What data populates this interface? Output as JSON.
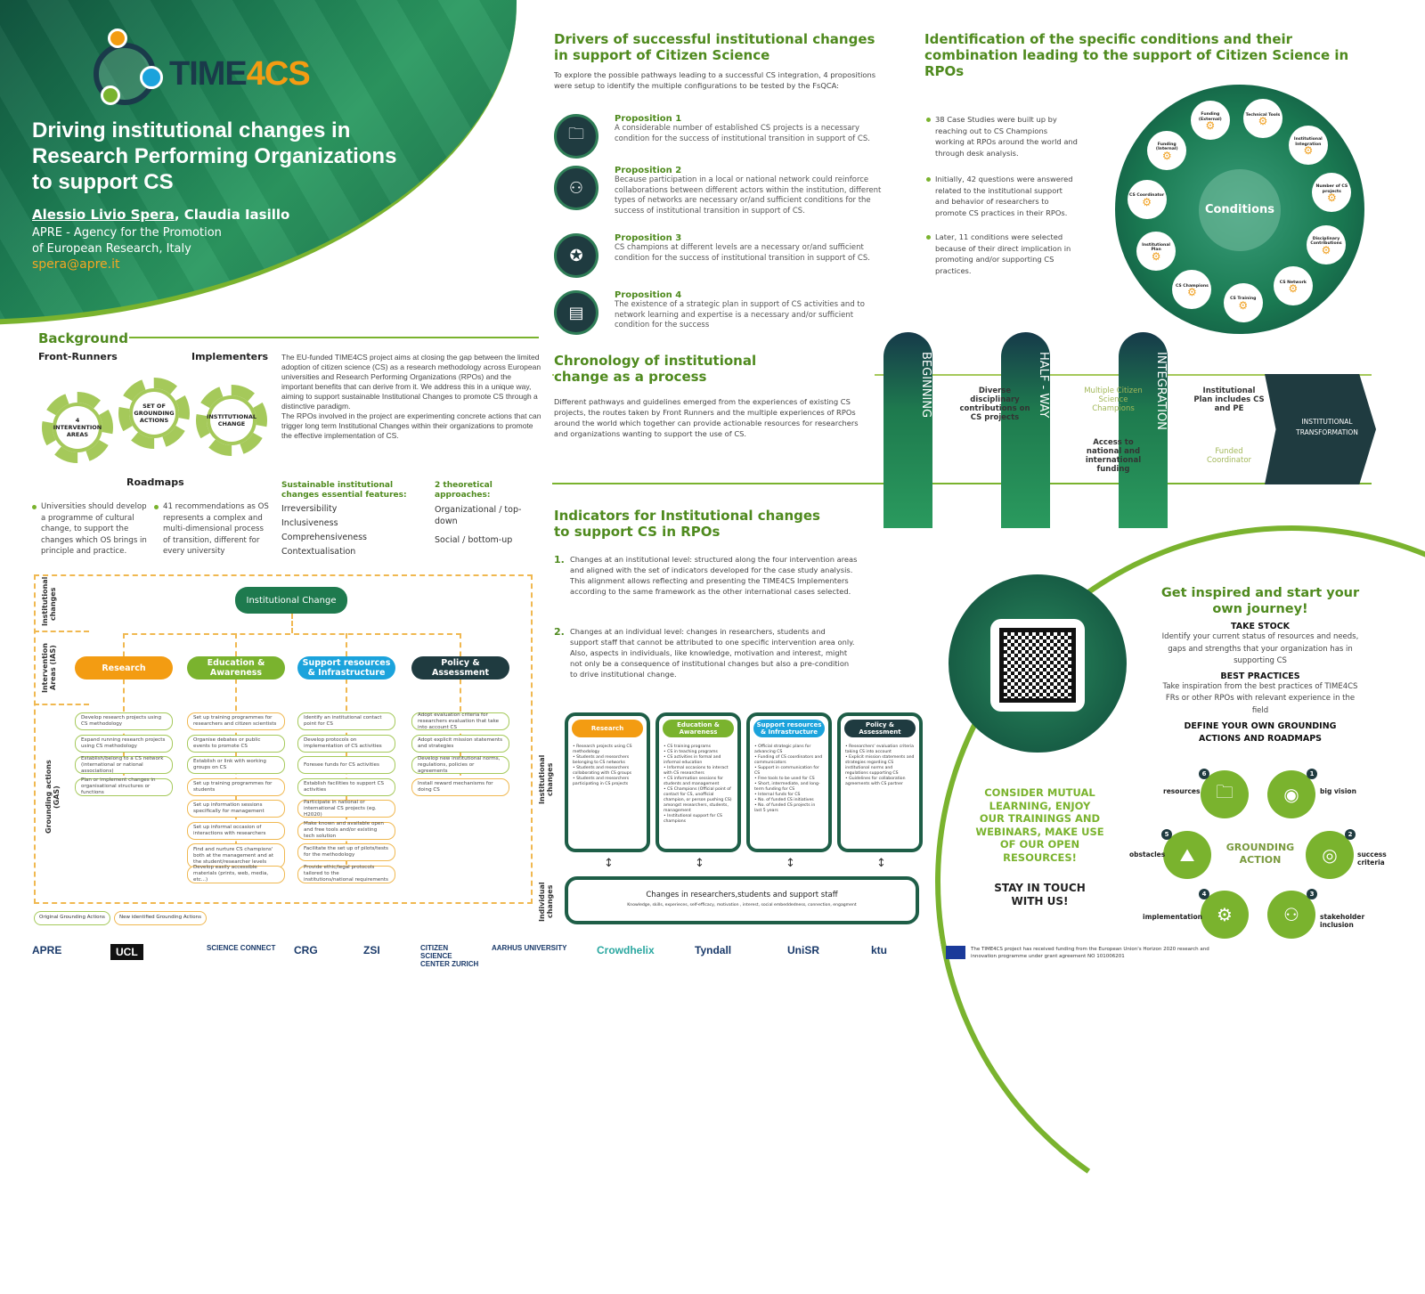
{
  "header": {
    "logo": "TIME4CS",
    "logo_main": "TIME",
    "logo_accent": "4CS",
    "title": "Driving institutional changes in Research Performing Organizations to support CS",
    "author1": "Alessio Livio Spera",
    "author2": ", Claudia Iasillo",
    "affiliation1": "APRE - Agency for the Promotion",
    "affiliation2": "of European Research, Italy",
    "email": "spera@apre.it"
  },
  "background": {
    "title": "Background",
    "front_runners": "Front-Runners",
    "implementers": "Implementers",
    "roadmaps": "Roadmaps",
    "gear1": "4 INTERVENTION AREAS",
    "gear2": "SET OF GROUNDING ACTIONS",
    "gear3": "INSTITUTIONAL CHANGE",
    "text": "The EU-funded TIME4CS project aims at closing the gap between the limited adoption of citizen science (CS) as a research methodology across European universities and Research Performing Organizations (RPOs) and the important benefits that can derive from it. We address this in a unique way, aiming to support sustainable Institutional Changes to promote CS through a distinctive paradigm.",
    "text2": "The RPOs involved in the project are experimenting concrete actions that can trigger long term Institutional Changes within their organizations to promote the effective implementation of CS.",
    "bullet1": "Universities should develop a programme of cultural change, to support the changes which OS brings in principle and practice.",
    "bullet2": "41 recommendations as OS represents a complex and multi-dimensional process of transition, different for every university",
    "features_title": "Sustainable institutional changes essential features:",
    "features": [
      "Irreversibility",
      "Inclusiveness",
      "Comprehensiveness",
      "Contextualisation"
    ],
    "approaches_title": "2 theoretical approaches:",
    "approaches": [
      "Organizational / top-down",
      "Social / bottom-up"
    ]
  },
  "flow": {
    "row_labels": [
      "Institutional changes",
      "Intervention Areas (IAS)",
      "Grounding actions (GAS)"
    ],
    "root": "Institutional Change",
    "areas": [
      {
        "name": "Research",
        "color": "#f39c12",
        "items": [
          [
            "Develop research projects using CS methodology",
            0
          ],
          [
            "Expand running research projects using CS methodology",
            0
          ],
          [
            "Establish/belong to a CS network (international or national associations)",
            0
          ],
          [
            "Plan or implement changes in organisational structures or functions",
            0
          ]
        ]
      },
      {
        "name": "Education & Awareness",
        "color": "#7ab32e",
        "items": [
          [
            "Set up training programmes for researchers and citizen scientists",
            1
          ],
          [
            "Organise debates or public events to promote CS",
            0
          ],
          [
            "Establish or link with working groups on CS",
            0
          ],
          [
            "Set up training programmes for students",
            1
          ],
          [
            "Set up information sessions specifically for management",
            1
          ],
          [
            "Set up informal occasion of interactions with researchers",
            1
          ],
          [
            "Find and nurture CS champions' both at the management and at the student/researcher levels",
            1
          ],
          [
            "Develop easily accessible materials (prints, web, media, etc...)",
            1
          ]
        ]
      },
      {
        "name": "Support resources & Infrastructure",
        "color": "#1ba3dc",
        "items": [
          [
            "Identify an institutional contact point for CS",
            0
          ],
          [
            "Develop protocols on implementation of CS activities",
            0
          ],
          [
            "Foresee funds for CS activities",
            0
          ],
          [
            "Establish facilities to support CS activities",
            0
          ],
          [
            "Participate in national or international CS projects (eg. H2020)",
            1
          ],
          [
            "Make known and available open and free tools and/or existing tech solution",
            1
          ],
          [
            "Facilitate the set up of pilots/tests for the methodology",
            1
          ],
          [
            "Provide ethic/legal protocols tailored to the institutions/national requirements",
            1
          ]
        ]
      },
      {
        "name": "Policy & Assessment",
        "color": "#1f3b40",
        "items": [
          [
            "Adopt evaluation criteria for researchers evaluation that take into account CS",
            0
          ],
          [
            "Adopt explicit mission statements and strategies",
            0
          ],
          [
            "Develop new institutional norms, regulations, policies or agreements",
            0
          ],
          [
            "Install reward mechanisms for doing CS",
            1
          ]
        ]
      }
    ],
    "legend_original": "Original Grounding Actions",
    "legend_new": "New identified Grounding Actions"
  },
  "drivers": {
    "title": "Drivers of successful institutional changes in support of Citizen Science",
    "intro": "To explore the possible pathways leading to a successful CS integration, 4 propositions were setup to identify the multiple configurations to be tested by the FsQCA:",
    "propositions": [
      {
        "title": "Proposition 1",
        "text": "A considerable number of established CS projects is a necessary condition for the success of institutional transition in support of CS.",
        "icon": "folder-gear-icon"
      },
      {
        "title": "Proposition 2",
        "text": "Because participation in a local or national network could reinforce collaborations between different actors within the institution, different types of networks are necessary or/and sufficient conditions for the success of institutional transition in support of CS.",
        "icon": "network-icon"
      },
      {
        "title": "Proposition 3",
        "text": "CS champions at different levels are a necessary or/and sufficient condition for the success of institutional transition in support of CS.",
        "icon": "champion-icon"
      },
      {
        "title": "Proposition 4",
        "text": "The existence of a strategic plan in support of CS activities and to network learning and expertise is a necessary and/or sufficient condition for the success",
        "icon": "plan-icon"
      }
    ]
  },
  "identification": {
    "title": "Identification of the specific conditions and their combination leading to the support of Citizen Science in RPOs",
    "bullets": [
      "38 Case Studies were built up by reaching out to CS Champions working at RPOs around the world and through desk analysis.",
      "Initially, 42 questions were answered related to the institutional support and behavior of researchers to promote CS practices in their RPOs.",
      "Later, 11 conditions were selected because of their direct implication in promoting and/or supporting CS practices."
    ],
    "center": "Conditions",
    "conditions": [
      "Technical Tools",
      "Institutional Integration",
      "Number of CS projects",
      "Disciplinary Contributions",
      "CS Network",
      "CS Training",
      "CS Champions",
      "Institutional Plan",
      "CS Coordinator",
      "Funding (Internal)",
      "Funding (External)"
    ]
  },
  "chronology": {
    "title": "Chronology of institutional change as a process",
    "text": "Different pathways and guidelines emerged from the experiences of existing CS projects, the routes taken by Front Runners and the multiple experiences of RPOs around the world which together can provide actionable resources for researchers and organizations wanting to support the use of CS.",
    "stages": [
      "BEGINNING",
      "HALF - WAY",
      "INTEGRATION"
    ],
    "t1": "Diverse disciplinary contributions on CS projects",
    "t2": "Multiple Citizen Science Champions",
    "t3": "Access to national and international funding",
    "t4": "Institutional Plan includes CS and PE",
    "t5": "Funded Coordinator",
    "end": "INSTITUTIONAL TRANSFORMATION"
  },
  "indicators": {
    "title": "Indicators for Institutional changes to support CS in RPOs",
    "p1": "Changes at an institutional level: structured along the four intervention areas and aligned with the set of indicators developed for the case study analysis. This alignment allows reflecting and presenting the TIME4CS Implementers according to the same framework as the other international cases selected.",
    "p2": "Changes at an individual level: changes in researchers, students and support staff that cannot be attributed to one specific intervention area only. Also, aspects in individuals, like knowledge, motivation and interest, might not only be a consequence of institutional changes but also a pre-condition to drive institutional change.",
    "row1": "Institutional changes",
    "row2": "Individual changes",
    "boxes": [
      {
        "name": "Research",
        "items": [
          "Research projects using CS methodology",
          "Students and researchers belonging to CS networks",
          "Students and researchers collaborating with CS groups",
          "Students and researchers participating in CS projects"
        ]
      },
      {
        "name": "Education & Awareness",
        "items": [
          "CS training programs",
          "CS in teaching programs",
          "CS activities in formal and informal education",
          "Informal occasions to interact with CS researchers",
          "CS information sessions for students and management",
          "CS Champions (Official point of contact for CS, unofficial champion, or person pushing CS) amongst researchers, students, management",
          "Institutional support for CS champions"
        ]
      },
      {
        "name": "Support resources & Infrastructure",
        "items": [
          "Official strategic plans for advancing CS",
          "Funding of CS coordinators and communicators",
          "Support in communication for CS",
          "Free tools to be used for CS",
          "Short, intermediate, and long-term funding for CS",
          "Internal funds for CS",
          "No. of funded CS initiatives",
          "No. of funded CS projects in last 5 years"
        ]
      },
      {
        "name": "Policy & Assessment",
        "items": [
          "Researchers' evaluation criteria taking CS into account",
          "Explicit mission statements and strategies regarding CS institutional norms and regulations supporting CS",
          "Guidelines for collaboration agreements with CS partner"
        ]
      }
    ],
    "individual_title": "Changes in researchers,students and support staff",
    "individual_text": "Knowledge, skills, experieces, self-efficacy, motivation , interest, social embeddedness, connection, engagment"
  },
  "journey": {
    "title": "Get inspired and start your own journey!",
    "s1": "TAKE STOCK",
    "s1t": "Identify your current status of resources and needs, gaps and strengths that your organization has in supporting CS",
    "s2": "BEST PRACTICES",
    "s2t": "Take inspiration from the best practices of TIME4CS FRs or other RPOs with relevant experience in the field",
    "s3": "DEFINE YOUR OWN GROUNDING ACTIONS AND ROADMAPS",
    "center": "GROUNDING ACTION",
    "steps": [
      {
        "n": "1",
        "label": "big vision"
      },
      {
        "n": "2",
        "label": "success criteria"
      },
      {
        "n": "3",
        "label": "stakeholder inclusion"
      },
      {
        "n": "4",
        "label": "implementation"
      },
      {
        "n": "5",
        "label": "obstacles"
      },
      {
        "n": "6",
        "label": "resources"
      }
    ]
  },
  "cta": {
    "consider": "CONSIDER MUTUAL LEARNING, ENJOY OUR TRAININGS AND WEBINARS, MAKE USE OF OUR OPEN RESOURCES!",
    "stay": "STAY IN TOUCH WITH US!"
  },
  "footer": {
    "logos": [
      "APRE",
      "UCL",
      "SCIENCE CONNECT",
      "CRG",
      "ZSI",
      "CITIZEN SCIENCE CENTER ZURICH",
      "AARHUS UNIVERSITY",
      "Crowdhelix",
      "Tyndall",
      "UniSR",
      "ktu"
    ],
    "funding": "The TIME4CS project has received funding from the European Union's Horizon 2020 research and innovation programme under grant agreement NO 101006201"
  },
  "colors": {
    "green": "#7ab32e",
    "dark": "#1f3b40",
    "orange": "#f39c12",
    "blue": "#1ba3dc"
  }
}
